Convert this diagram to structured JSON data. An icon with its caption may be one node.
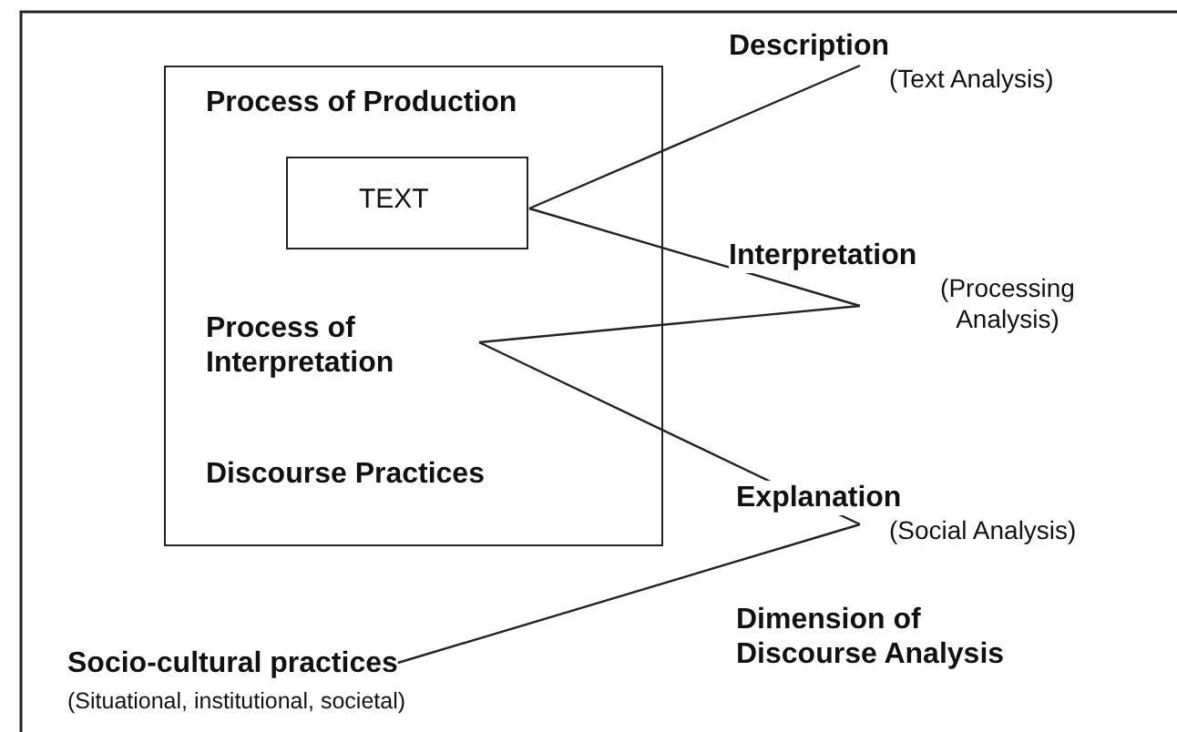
{
  "diagram": {
    "nodes": [
      {
        "text": [
          "Process of Production",
          "Discourse Practices"
        ]
      },
      {
        "text": [
          "TEXT"
        ],
        "in": 0
      },
      {
        "text": [
          "Process of Interpretation"
        ],
        "in": 0
      },
      {
        "text": [
          "Description",
          "(Text Analysis)"
        ]
      },
      {
        "text": [
          "Interpretation",
          "(Processing Analysis)"
        ]
      },
      {
        "text": [
          "Explanation",
          "(Social Analysis)"
        ]
      },
      {
        "text": [
          "Socio-cultural practices",
          "(Situational, institutional, societal)"
        ]
      }
    ],
    "edges": [
      {
        "from": 1,
        "to": 3,
        "arrow": "none"
      },
      {
        "from": 1,
        "to": 4,
        "arrow": "none"
      },
      {
        "from": 4,
        "to": 2,
        "arrow": "none"
      },
      {
        "from": 2,
        "to": 5,
        "arrow": "none"
      },
      {
        "from": 5,
        "to": 6,
        "arrow": "none"
      }
    ],
    "labels": [
      "Dimension of Discourse Analysis"
    ]
  }
}
